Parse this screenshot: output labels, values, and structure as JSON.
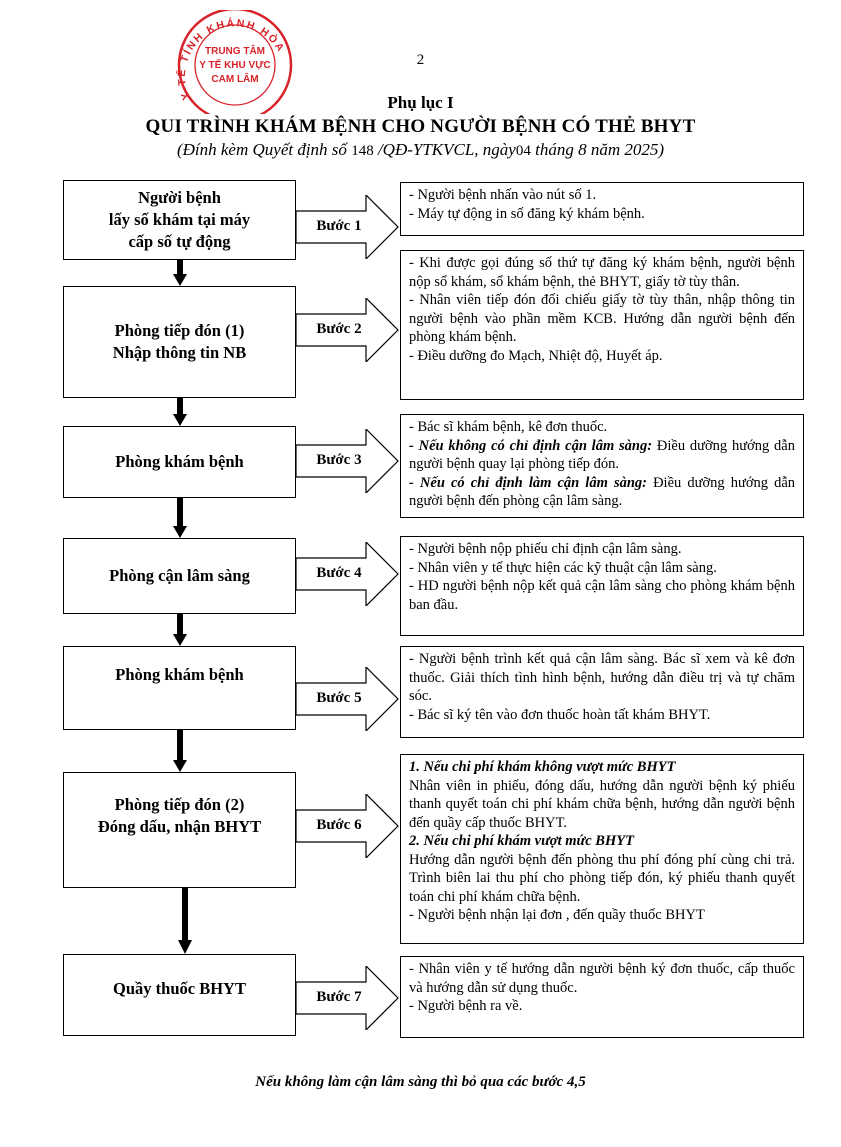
{
  "header": {
    "page_number": "2",
    "appendix": "Phụ lục I",
    "title": "QUI TRÌNH KHÁM BỆNH CHO NGƯỜI BỆNH CÓ THẺ BHYT",
    "subtitle_prefix": "(Đính kèm Quyết định số",
    "decision_number": "148",
    "subtitle_middle": "/QĐ-YTKVCL, ngày",
    "day": "04",
    "subtitle_suffix": "tháng 8 năm 2025)"
  },
  "stamp": {
    "ring_text": "Y TẾ TỈNH KHÁNH HÒA",
    "line1": "TRUNG TÂM",
    "line2": "Y TẾ KHU VỰC",
    "line3": "CAM LÂM",
    "color": "#d8232a"
  },
  "steps": [
    {
      "box_lines": [
        "Người bệnh",
        "lấy số khám tại máy",
        "cấp số tự động"
      ],
      "label": "Bước 1",
      "desc": [
        "- Người bệnh nhấn vào nút số 1.",
        "- Máy tự động in số đăng ký khám bệnh."
      ]
    },
    {
      "box_lines": [
        "Phòng tiếp đón (1)",
        "Nhập thông tin NB"
      ],
      "label": "Bước 2",
      "desc": [
        "- Khi được gọi đúng số thứ tự đăng ký khám bệnh, người bệnh nộp sổ khám, sổ khám bệnh, thẻ BHYT, giấy tờ tùy thân.",
        "- Nhân viên tiếp đón đối chiếu giấy tờ tùy thân, nhập thông tin người bệnh vào phần mềm KCB. Hướng dẫn người bệnh đến phòng khám bệnh.",
        "- Điều dưỡng đo Mạch, Nhiệt độ, Huyết áp."
      ]
    },
    {
      "box_lines": [
        "Phòng khám bệnh"
      ],
      "label": "Bước 3",
      "desc_intro": "- Bác sĩ khám bệnh, kê đơn thuốc.",
      "cond1_label": "- Nếu không có chỉ định cận lâm sàng:",
      "cond1_text": "Điều dưỡng hướng dẫn người bệnh quay lại phòng tiếp đón.",
      "cond2_label": "- Nếu có chỉ định làm cận lâm sàng:",
      "cond2_text": "Điều dưỡng hướng dẫn người bệnh đến phòng cận lâm sàng."
    },
    {
      "box_lines": [
        "Phòng cận lâm sàng"
      ],
      "label": "Bước 4",
      "desc": [
        "- Người bệnh nộp phiếu chỉ định cận lâm sàng.",
        "- Nhân viên y tế thực hiện các kỹ thuật cận lâm sàng.",
        "- HD người bệnh nộp kết quả cận lâm sàng cho phòng khám bệnh ban đầu."
      ]
    },
    {
      "box_lines": [
        "Phòng khám bệnh"
      ],
      "label": "Bước 5",
      "desc": [
        "- Người bệnh trình kết quả cận lâm sàng. Bác sĩ xem và kê đơn thuốc. Giải thích tình hình bệnh, hướng dẫn điều trị và tự chăm sóc.",
        "- Bác sĩ ký tên vào đơn thuốc hoàn tất khám BHYT."
      ]
    },
    {
      "box_lines": [
        "Phòng tiếp đón (2)",
        "Đóng dấu, nhận BHYT"
      ],
      "label": "Bước 6",
      "case1_heading": "1. Nếu chi phí khám không vượt mức BHYT",
      "case1_text": "Nhân viên in phiếu, đóng dấu, hướng dẫn người bệnh ký phiếu thanh quyết toán chi phí khám chữa bệnh, hướng dẫn người bệnh đến quầy cấp thuốc BHYT.",
      "case2_heading": "2. Nếu chi phí khám vượt mức BHYT",
      "case2_text": "Hướng dẫn người bệnh đến phòng thu phí đóng phí cùng chi trả. Trình biên lai thu phí cho phòng tiếp đón, ký phiếu thanh quyết toán chi phí khám chữa bệnh.",
      "last_line": "- Người bệnh nhận lại đơn , đến quầy thuốc BHYT"
    },
    {
      "box_lines": [
        "Quầy thuốc BHYT"
      ],
      "label": "Bước 7",
      "desc": [
        "- Nhân viên y tế hướng dẫn  người bệnh ký đơn thuốc, cấp thuốc và hướng dẫn sử dụng thuốc.",
        "- Người bệnh ra về."
      ]
    }
  ],
  "footer_note": "Nếu không làm cận lâm sàng thì bỏ qua các bước 4,5"
}
